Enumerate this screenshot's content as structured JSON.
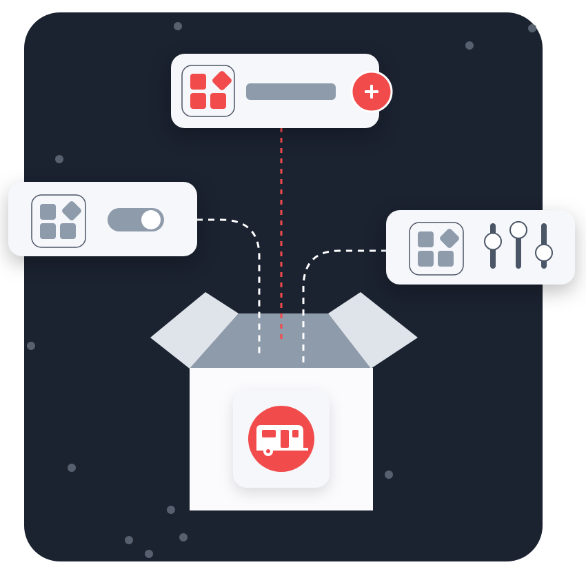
{
  "illustration": {
    "subject": "app-integrations-box",
    "colors": {
      "background_panel": "#1b2230",
      "accent_red": "#f24b4b",
      "slate": "#8e9bab",
      "card": "#f6f7fa",
      "box_front": "#fbfbfd",
      "box_flap": "#dfe3ea",
      "box_inside": "#8e9bab",
      "star": "#56606f"
    },
    "icons": {
      "top_card_app": "app-grid-icon",
      "top_card_action": "plus-icon",
      "left_card_app": "app-grid-icon",
      "left_card_control": "toggle-switch-icon",
      "right_card_app": "app-grid-icon",
      "right_card_control": "sliders-icon",
      "box_badge": "camper-van-icon"
    },
    "toggle_on": true,
    "slider_levels": [
      0.6,
      0.85,
      0.35
    ]
  }
}
